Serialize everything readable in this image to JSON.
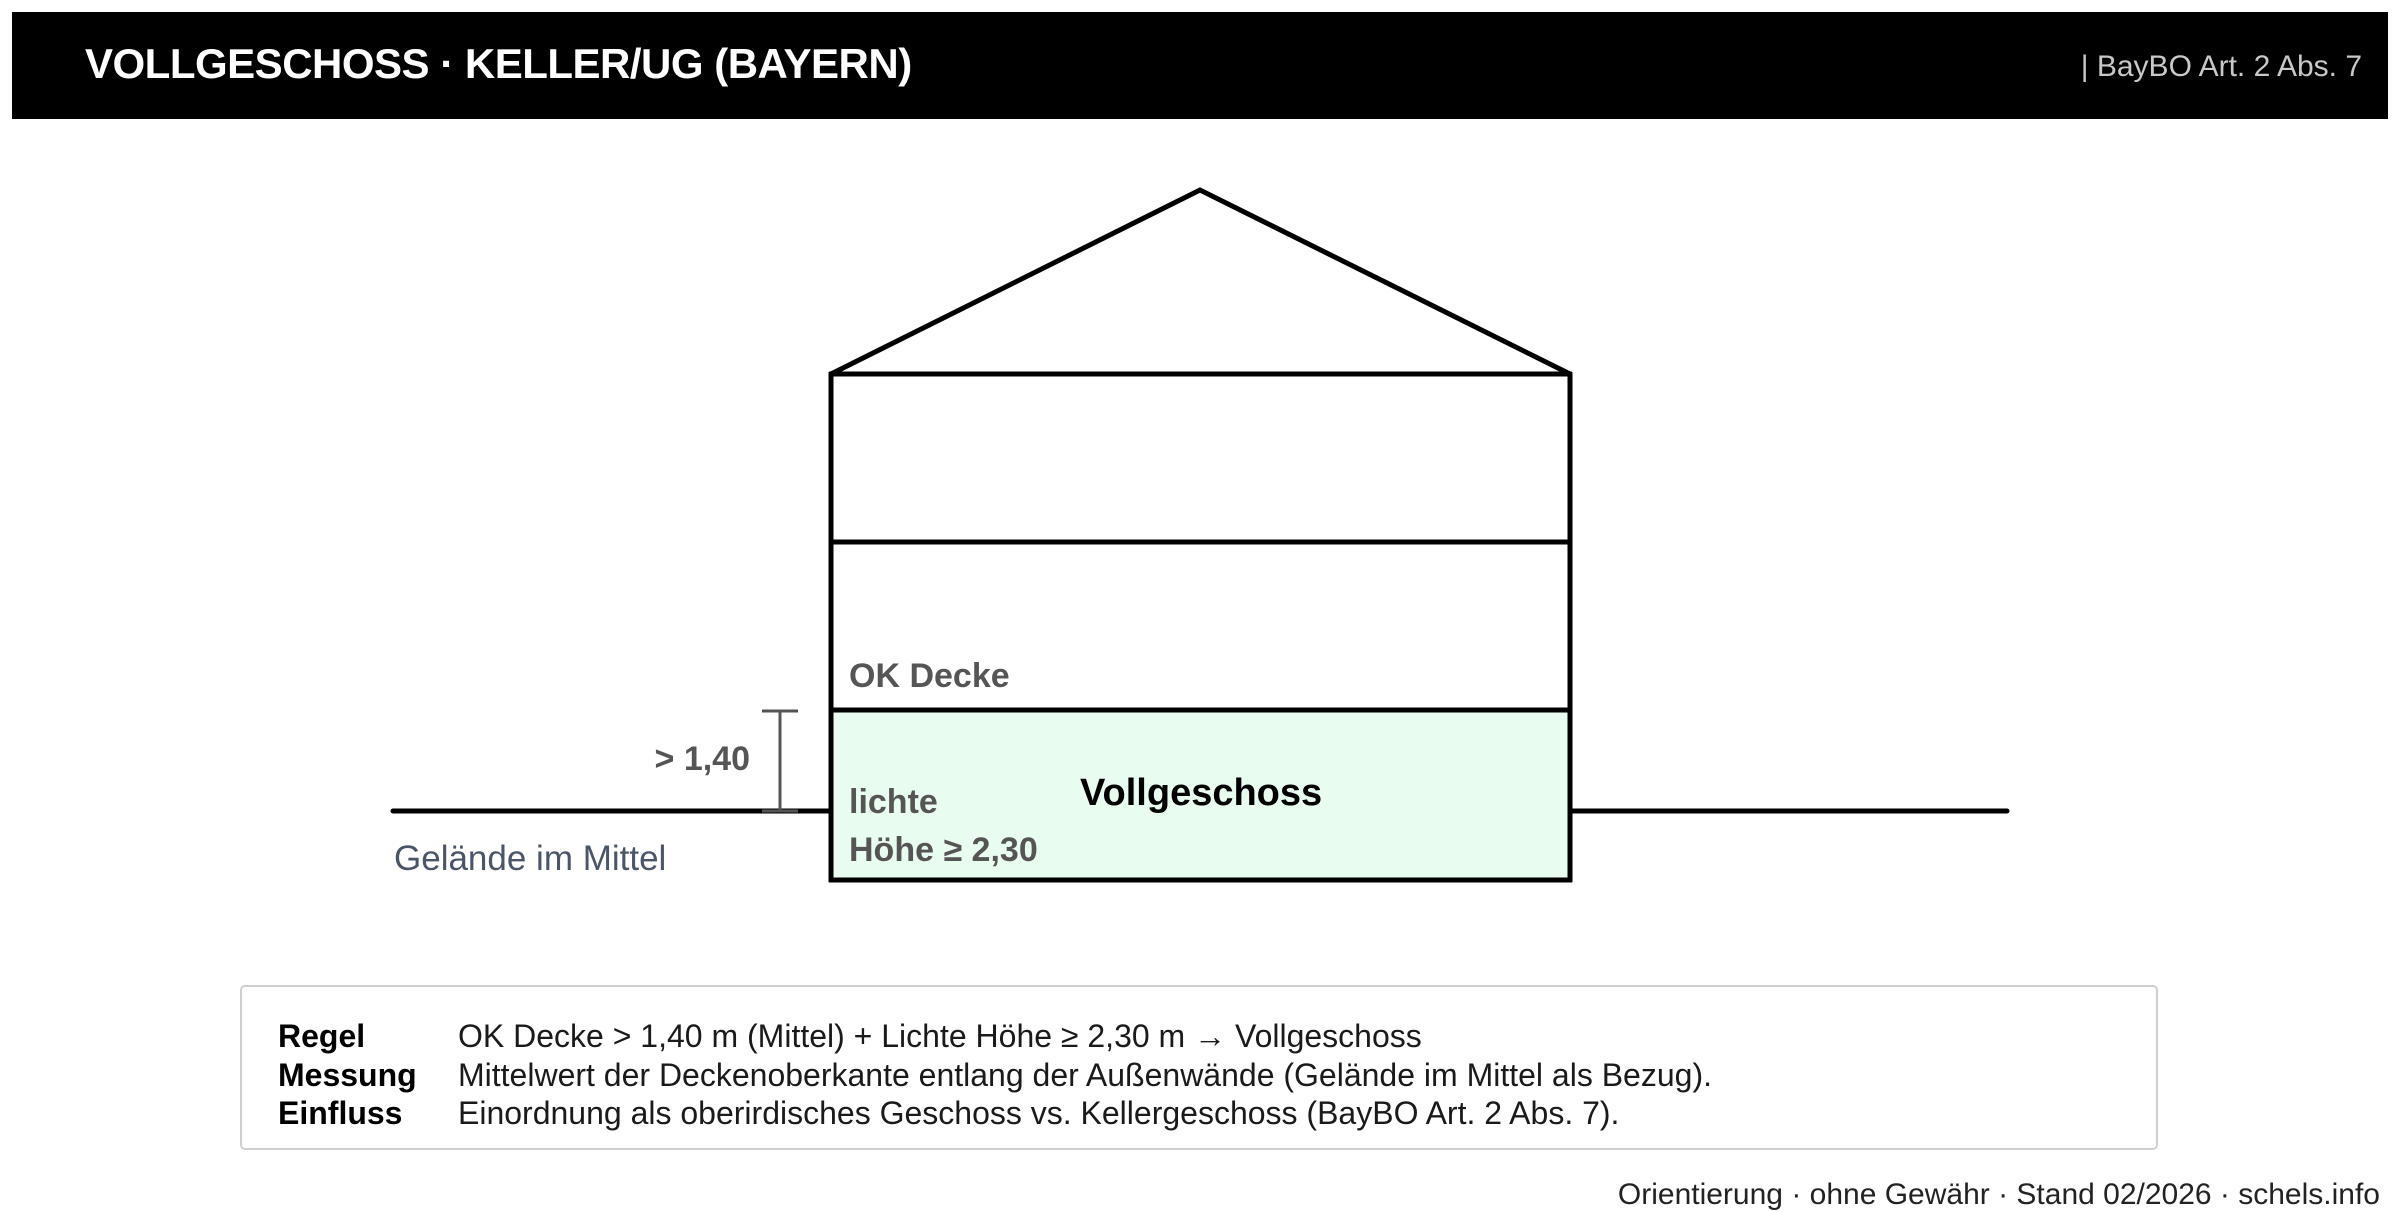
{
  "header": {
    "title": "VOLLGESCHOSS · KELLER/UG (BAYERN)",
    "reference": "| BayBO Art. 2 Abs. 7"
  },
  "diagram": {
    "labels": {
      "ok_decke": "OK Decke",
      "dimension": "> 1,40",
      "lichte_line1": "lichte",
      "lichte_line2": "Höhe ≥ 2,30",
      "vollgeschoss": "Vollgeschoss",
      "gelaende": "Gelände im Mittel"
    },
    "colors": {
      "outline": "#000000",
      "basement_fill": "#e8fcef",
      "basement_border": "#7a9a88",
      "dimension_line": "#555555",
      "label_gray": "#555555",
      "ground_label": "#4a5568"
    }
  },
  "info": {
    "rows": [
      {
        "label": "Regel",
        "value": "OK Decke > 1,40 m (Mittel) + Lichte Höhe ≥ 2,30 m → Vollgeschoss"
      },
      {
        "label": "Messung",
        "value": "Mittelwert der Deckenoberkante entlang der Außenwände (Gelände im Mittel als Bezug)."
      },
      {
        "label": "Einfluss",
        "value": "Einordnung als oberirdisches Geschoss vs. Kellergeschoss (BayBO Art. 2 Abs. 7)."
      }
    ]
  },
  "footer": {
    "text": "Orientierung · ohne Gewähr · Stand 02/2026 · schels.info"
  }
}
